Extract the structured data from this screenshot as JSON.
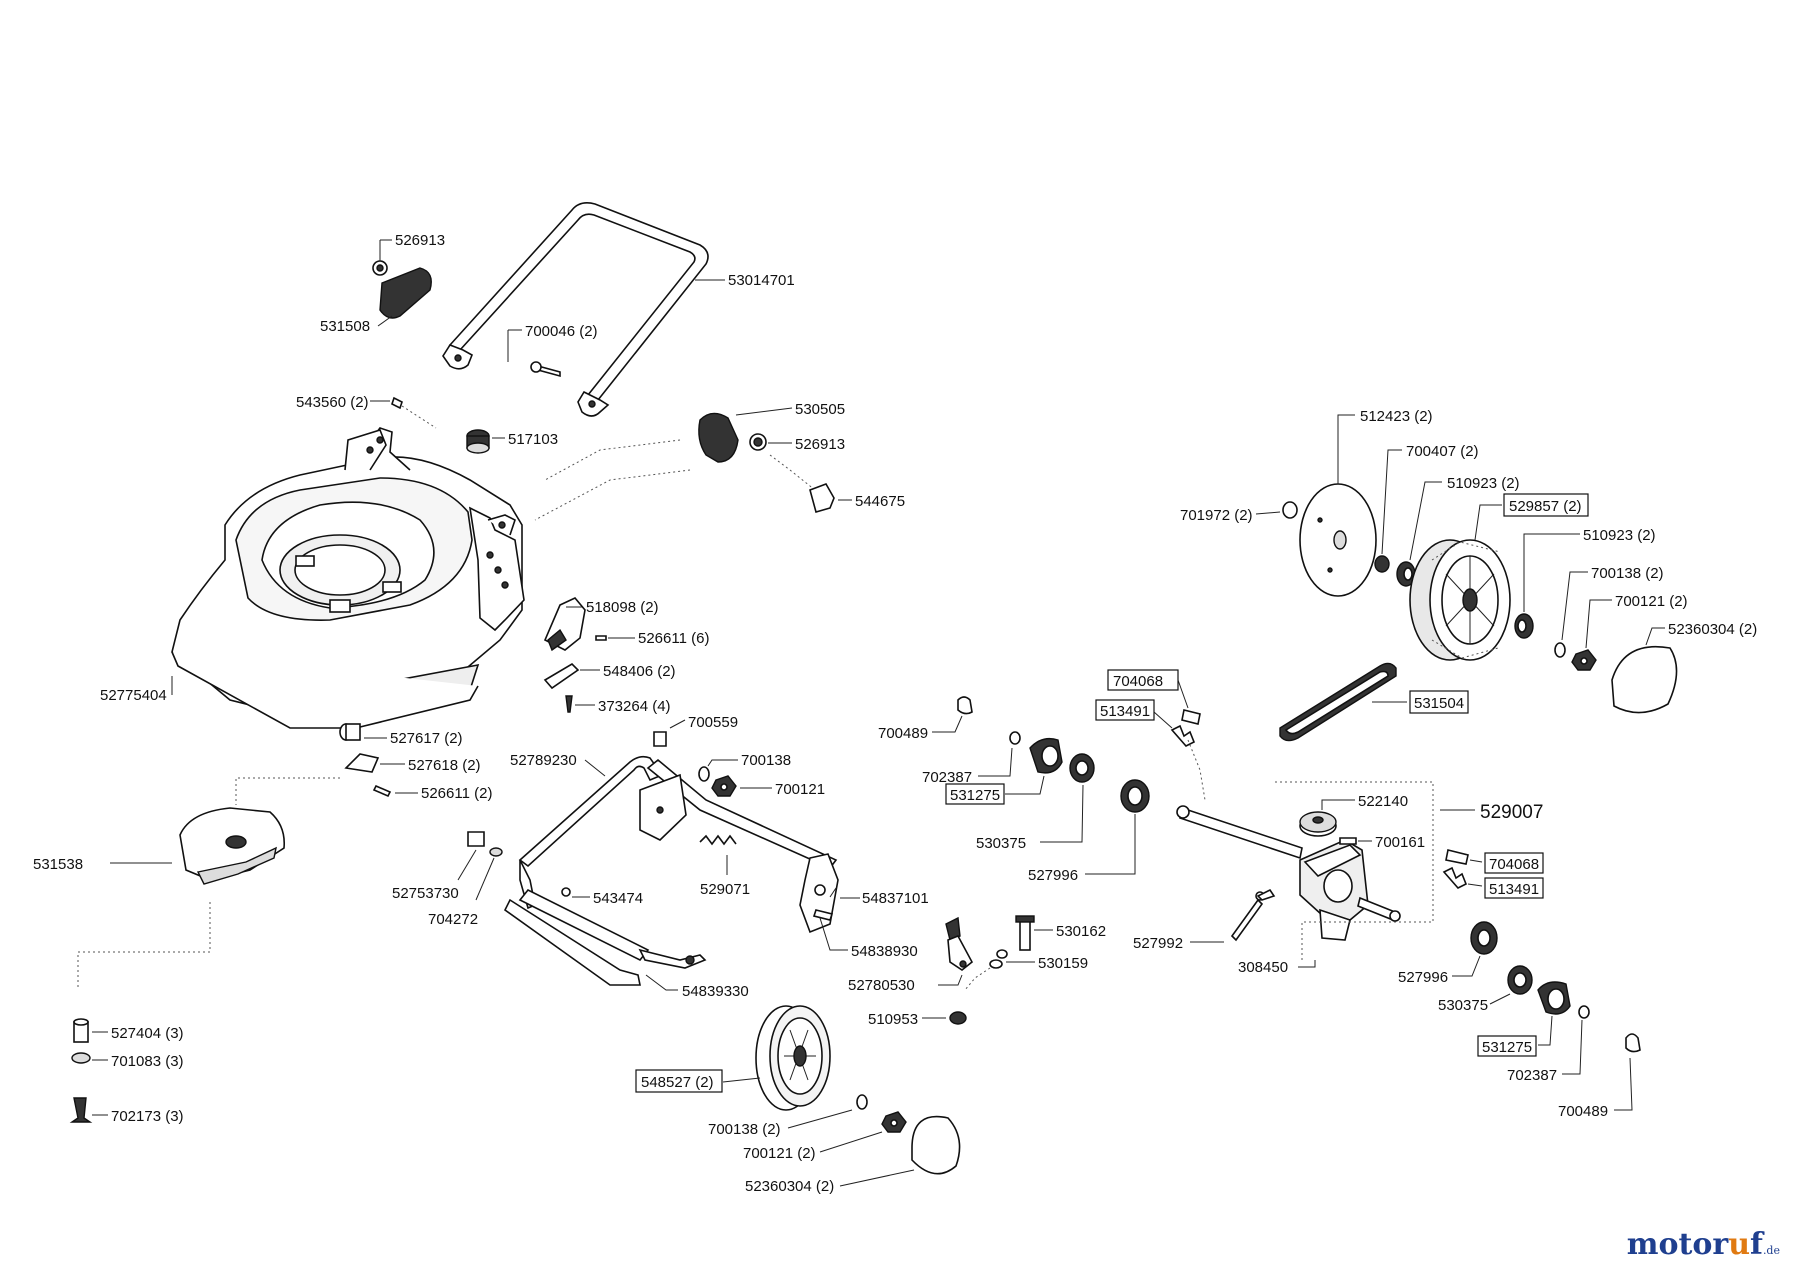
{
  "labels": {
    "p530147": "53014701",
    "p526913a": "526913",
    "p531508": "531508",
    "p700046": "700046 (2)",
    "p543560": "543560 (2)",
    "p517103": "517103",
    "p530505": "530505",
    "p526913b": "526913",
    "p544675": "544675",
    "p527754": "52775404",
    "p518098": "518098 (2)",
    "p526611a": "526611 (6)",
    "p548406": "548406 (2)",
    "p373264": "373264 (4)",
    "p527617": "527617 (2)",
    "p527618": "527618 (2)",
    "p526611b": "526611 (2)",
    "p531538": "531538",
    "p527404": "527404 (3)",
    "p701083": "701083 (3)",
    "p702173": "702173  (3)",
    "p527892": "52789230",
    "p700559": "700559",
    "p700138a": "700138",
    "p700121a": "700121",
    "p529071": "529071",
    "p527537": "52753730",
    "p704272": "704272",
    "p543474": "543474",
    "p548371": "54837101",
    "p548389": "54838930",
    "p548393": "54839330",
    "p527805": "52780530",
    "p530162": "530162",
    "p530159": "530159",
    "p510953": "510953",
    "p548527": "548527 (2)",
    "p700138b": "700138 (2)",
    "p700121b": "700121 (2)",
    "p523603a": "52360304 (2)",
    "p700489a": "700489",
    "p702387a": "702387",
    "p531275a": "531275",
    "p530375a": "530375",
    "p527996a": "527996",
    "p704068a": "704068",
    "p513491a": "513491",
    "p527992": "527992",
    "p308450": "308450",
    "p522140": "522140",
    "p529007": "529007",
    "p700161": "700161",
    "p704068b": "704068",
    "p513491b": "513491",
    "p527996b": "527996",
    "p530375b": "530375",
    "p531275b": "531275",
    "p702387b": "702387",
    "p700489b": "700489",
    "p512423": "512423 (2)",
    "p700407": "700407 (2)",
    "p510923a": "510923 (2)",
    "p701972": "701972 (2)",
    "p529857": "529857 (2)",
    "p510923b": "510923 (2)",
    "p700138c": "700138 (2)",
    "p700121c": "700121 (2)",
    "p523603b": "52360304 (2)",
    "p531504": "531504"
  },
  "brand": {
    "name_a": "motor",
    "name_b": "u",
    "name_c": "f",
    "tld": ".de"
  }
}
